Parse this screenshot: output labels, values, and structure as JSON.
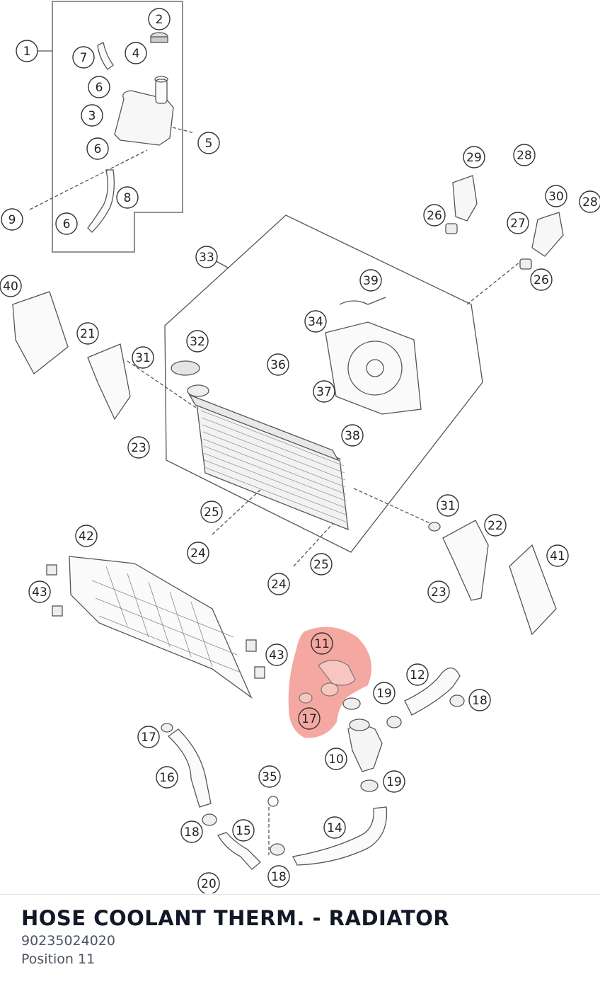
{
  "part": {
    "title": "HOSE COOLANT THERM. - RADIATOR",
    "number": "90235024020",
    "position": "Position 11"
  },
  "highlight_color": "#f28b82",
  "callouts": [
    "1",
    "2",
    "3",
    "4",
    "5",
    "6",
    "6",
    "6",
    "7",
    "8",
    "9",
    "10",
    "11",
    "12",
    "14",
    "15",
    "16",
    "17",
    "17",
    "18",
    "18",
    "18",
    "19",
    "19",
    "20",
    "21",
    "22",
    "23",
    "23",
    "24",
    "24",
    "25",
    "25",
    "26",
    "26",
    "27",
    "28",
    "28",
    "29",
    "30",
    "31",
    "31",
    "32",
    "33",
    "34",
    "35",
    "36",
    "37",
    "38",
    "39",
    "40",
    "41",
    "42",
    "43",
    "43"
  ]
}
